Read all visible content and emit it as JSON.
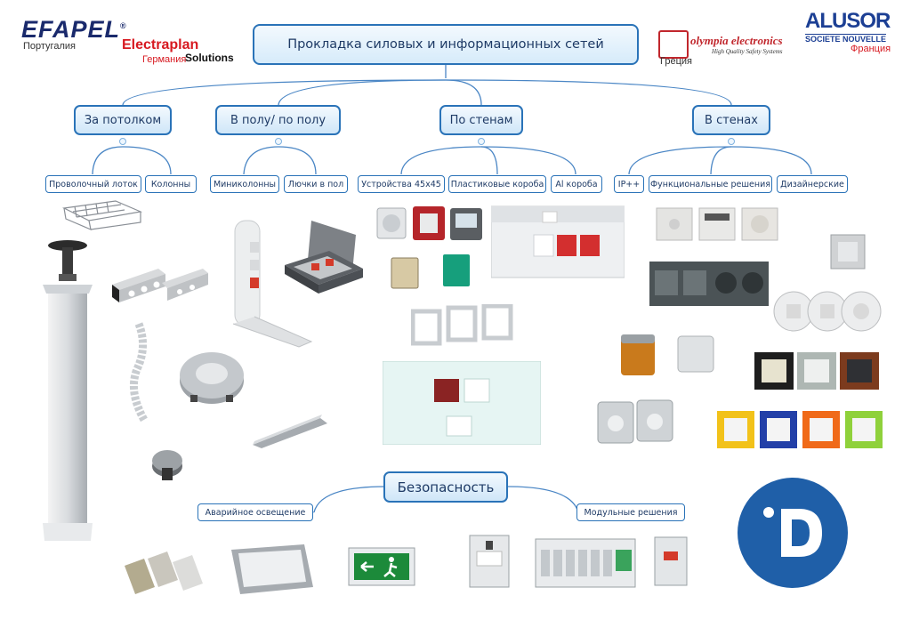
{
  "title": "Прокладка силовых и информационных сетей",
  "brands": {
    "efapel": {
      "name": "EFAPEL",
      "country": "Португалия"
    },
    "electraplan": {
      "name": "Electraplan",
      "suffix": "Solutions",
      "country": "Германия"
    },
    "olympia": {
      "name": "olympia electronics",
      "tagline": "High Quality Safety Systems",
      "country": "Греция"
    },
    "alusor": {
      "name": "ALUSOR",
      "tagline": "SOCIETE NOUVELLE",
      "country": "Франция"
    }
  },
  "branches": [
    {
      "label": "За потолком",
      "leaves": [
        "Проволочный лоток",
        "Колонны"
      ]
    },
    {
      "label": "В полу/ по полу",
      "leaves": [
        "Миниколонны",
        "Лючки в пол"
      ]
    },
    {
      "label": "По стенам",
      "leaves": [
        "Устройства 45х45",
        "Пластиковые короба",
        "Al короба"
      ]
    },
    {
      "label": "В  стенах",
      "leaves": [
        "IP++",
        "Функциональные решения",
        "Дизайнерские"
      ]
    }
  ],
  "safety": {
    "label": "Безопасность",
    "leaves": [
      "Аварийное освещение",
      "Модульные решения"
    ]
  },
  "colors": {
    "accent": "#2a73b8",
    "logo_blue": "#1f5fa8"
  },
  "icons": [
    "cable-tray-icon",
    "column-icon",
    "floor-box-icon",
    "socket-icon",
    "switch-icon",
    "exit-sign-icon",
    "breaker-icon",
    "d-logo-icon"
  ]
}
